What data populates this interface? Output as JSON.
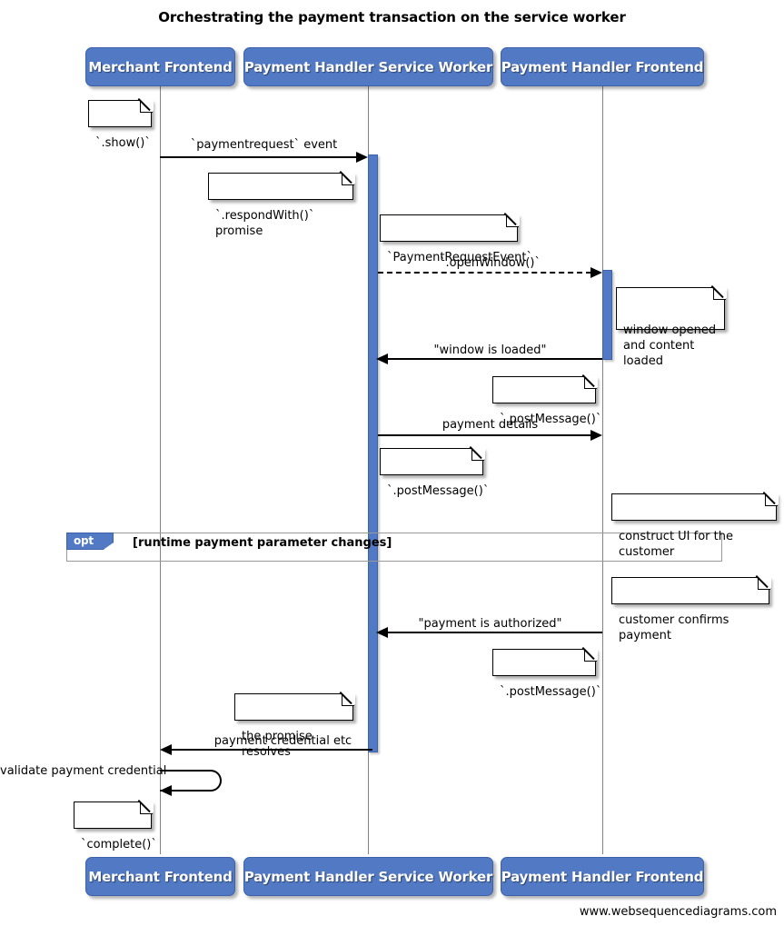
{
  "diagram": {
    "title": "Orchestrating the payment transaction on the service worker",
    "type": "sequence-diagram",
    "footer": "www.websequencediagrams.com",
    "accent_color": "#5179C4",
    "line_color": "#828282",
    "arrow_color": "#000000"
  },
  "participants": [
    {
      "id": "merchant-frontend",
      "label": "Merchant Frontend"
    },
    {
      "id": "payment-handler-service-worker",
      "label": "Payment Handler Service Worker"
    },
    {
      "id": "payment-handler-frontend",
      "label": "Payment Handler Frontend"
    }
  ],
  "messages": [
    {
      "id": "m1",
      "label": "`paymentrequest` event",
      "from": "merchant-frontend",
      "to": "payment-handler-service-worker",
      "style": "solid",
      "direction": "right"
    },
    {
      "id": "m2",
      "label": "`.openWindow()`",
      "from": "payment-handler-service-worker",
      "to": "payment-handler-frontend",
      "style": "dashed",
      "direction": "right"
    },
    {
      "id": "m3",
      "label": "\"window is loaded\"",
      "from": "payment-handler-frontend",
      "to": "payment-handler-service-worker",
      "style": "solid",
      "direction": "left"
    },
    {
      "id": "m4",
      "label": "payment details",
      "from": "payment-handler-service-worker",
      "to": "payment-handler-frontend",
      "style": "solid",
      "direction": "right"
    },
    {
      "id": "m5",
      "label": "\"payment is authorized\"",
      "from": "payment-handler-frontend",
      "to": "payment-handler-service-worker",
      "style": "solid",
      "direction": "left"
    },
    {
      "id": "m6",
      "label": "payment credential etc",
      "from": "payment-handler-service-worker",
      "to": "merchant-frontend",
      "style": "solid",
      "direction": "left"
    },
    {
      "id": "m7",
      "label": "validate payment credential",
      "from": "merchant-frontend",
      "to": "merchant-frontend",
      "style": "self",
      "direction": "left"
    }
  ],
  "notes": [
    {
      "id": "n1",
      "text": "`.show()`"
    },
    {
      "id": "n2",
      "text": "`.respondWith()` promise"
    },
    {
      "id": "n3",
      "text": "`PaymentRequestEvent`"
    },
    {
      "id": "n4",
      "text": "window opened\nand content loaded"
    },
    {
      "id": "n5",
      "text": "`.postMessage()`"
    },
    {
      "id": "n6",
      "text": "`.postMessage()`"
    },
    {
      "id": "n7",
      "text": "construct UI for the customer"
    },
    {
      "id": "n8",
      "text": "customer confirms payment"
    },
    {
      "id": "n9",
      "text": "`.postMessage()`"
    },
    {
      "id": "n10",
      "text": "the promise resolves"
    },
    {
      "id": "n11",
      "text": "`complete()`"
    }
  ],
  "fragments": [
    {
      "id": "opt-fragment",
      "kind": "opt",
      "condition": "[runtime payment parameter changes]"
    }
  ]
}
